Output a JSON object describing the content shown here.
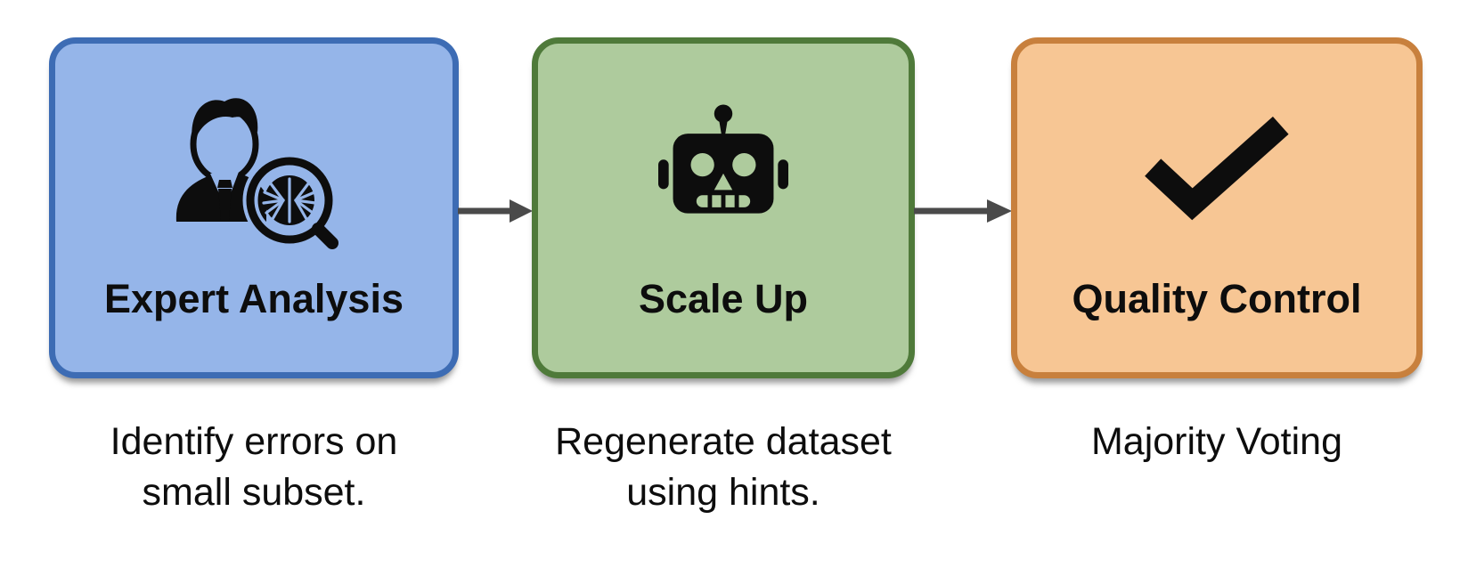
{
  "diagram": {
    "background": "#ffffff",
    "text_color": "#0d0d0d",
    "arrow_color": "#4a4a4a",
    "steps": [
      {
        "label": "Expert Analysis",
        "caption": "Identify errors on\nsmall subset.",
        "icon": "expert-analysis-magnifier-brain-icon",
        "fill": "#95b5e9",
        "border": "#3d6cb4"
      },
      {
        "label": "Scale Up",
        "caption": "Regenerate dataset\nusing hints.",
        "icon": "robot-icon",
        "fill": "#aecb9d",
        "border": "#4f7a3a"
      },
      {
        "label": "Quality Control",
        "caption": "Majority Voting",
        "icon": "checkmark-icon",
        "fill": "#f7c694",
        "border": "#c8803d"
      }
    ]
  }
}
